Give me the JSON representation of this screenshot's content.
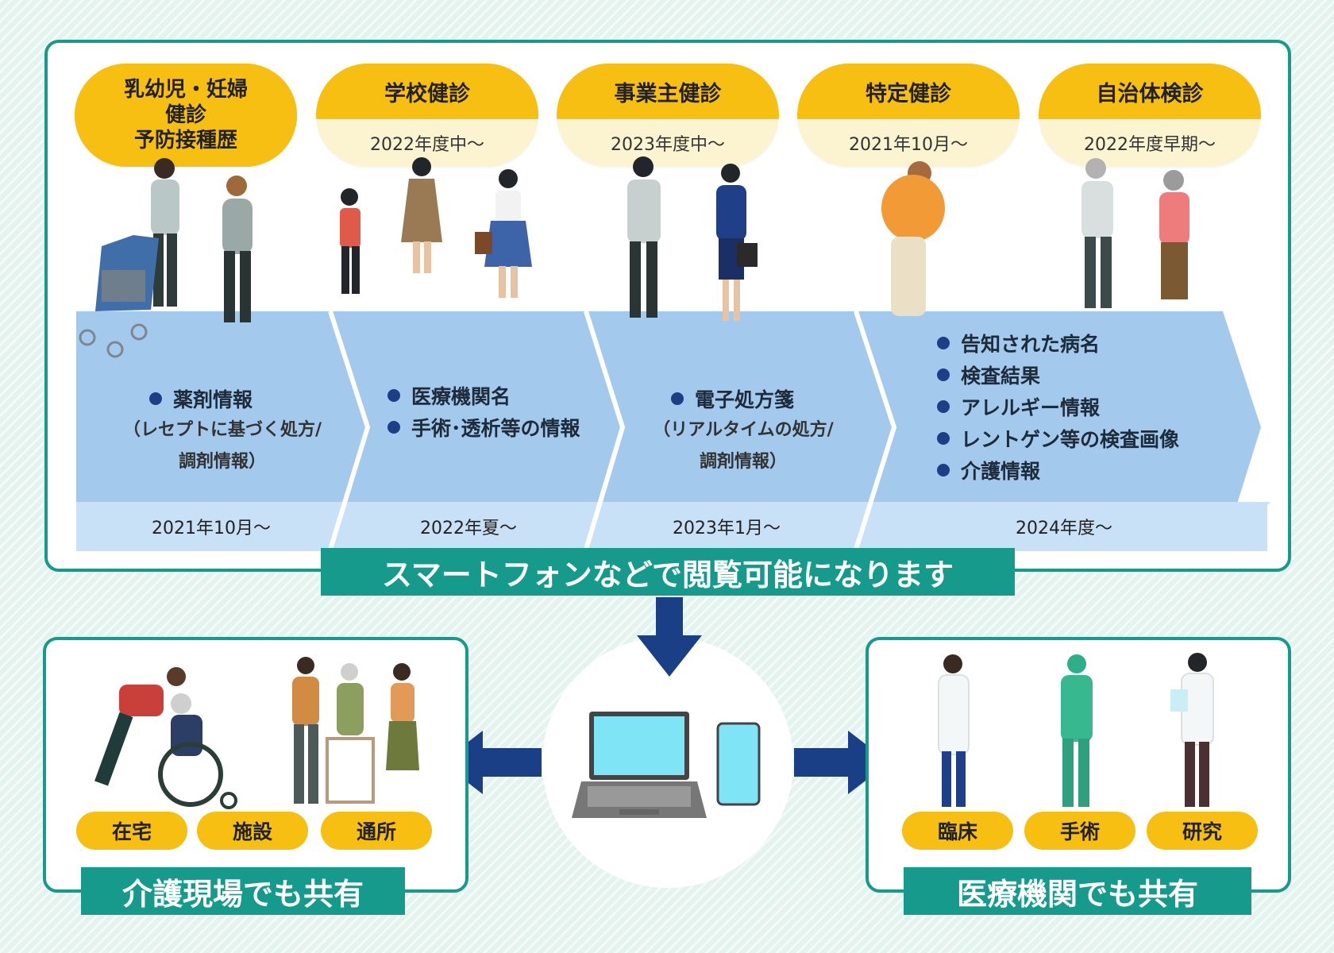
{
  "checkups": [
    {
      "title_lines": [
        "乳幼児・妊婦",
        "健診",
        "予防接種歴"
      ],
      "date": ""
    },
    {
      "title": "学校健診",
      "date": "2022年度中〜"
    },
    {
      "title": "事業主健診",
      "date": "2023年度中〜"
    },
    {
      "title": "特定健診",
      "date": "2021年10月〜"
    },
    {
      "title": "自治体検診",
      "date": "2022年度早期〜"
    }
  ],
  "stages": [
    {
      "items": [
        "薬剤情報"
      ],
      "notes": [
        "（レセプトに基づく処方/",
        "調剤情報）"
      ],
      "date": "2021年10月〜"
    },
    {
      "items": [
        "医療機関名",
        "手術･透析等の情報"
      ],
      "notes": [],
      "date": "2022年夏〜"
    },
    {
      "items": [
        "電子処方箋"
      ],
      "notes": [
        "（リアルタイムの処方/",
        "調剤情報）"
      ],
      "date": "2023年1月〜"
    },
    {
      "items": [
        "告知された病名",
        "検査結果",
        "アレルギー情報",
        "レントゲン等の検査画像",
        "介護情報"
      ],
      "notes": [],
      "date": "2024年度〜"
    }
  ],
  "banner": "スマートフォンなどで閲覧可能になります",
  "care": {
    "label": "介護現場でも共有",
    "places": [
      "在宅",
      "施設",
      "通所"
    ]
  },
  "medical": {
    "label": "医療機関でも共有",
    "places": [
      "臨床",
      "手術",
      "研究"
    ]
  },
  "colors": {
    "teal": "#159a8c",
    "yellow": "#f6bf12",
    "pale_yellow": "#fcf4d0",
    "band": "#a3c9ec",
    "band_light": "#c9e1f6",
    "navy": "#1d3f85"
  }
}
